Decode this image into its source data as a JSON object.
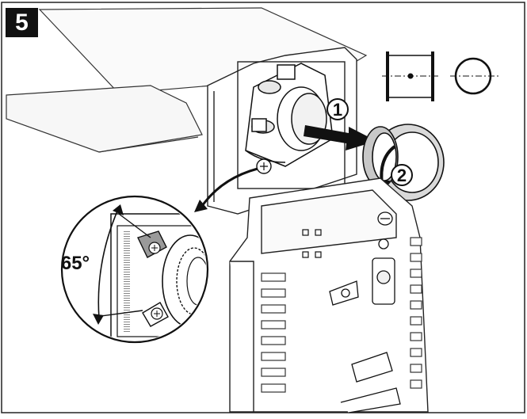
{
  "step": {
    "number": "5"
  },
  "callouts": {
    "step1": "1",
    "step2": "2"
  },
  "detail": {
    "angle_label": "65°"
  },
  "colors": {
    "line": "#111111",
    "highlight": "#d8d8d8",
    "fill": "#ffffff",
    "shade": "#9a9a9a"
  },
  "icons": [
    "bracket-side-view-icon",
    "ring-front-view-icon",
    "rotate-arrow-icon",
    "push-arrow-icon",
    "screw-icon"
  ]
}
